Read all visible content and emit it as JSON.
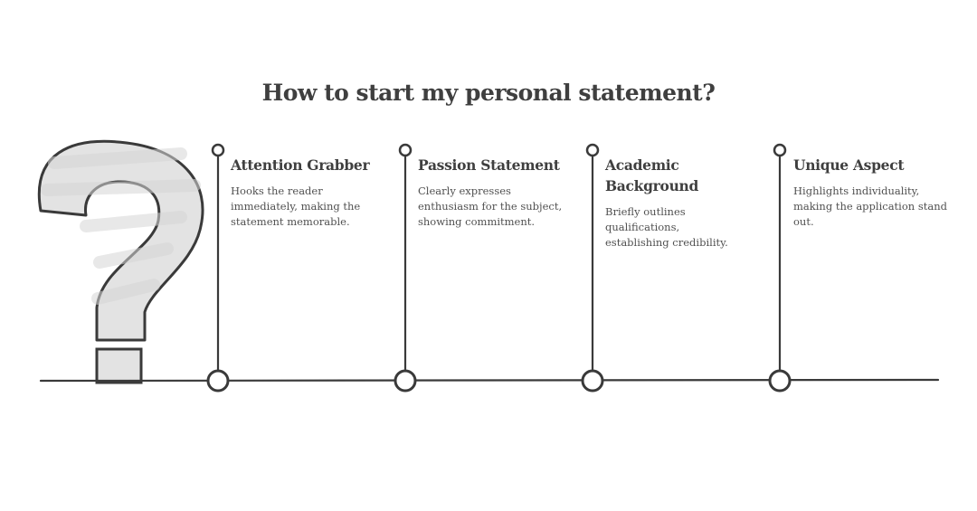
{
  "title": "How to start my personal statement?",
  "colors": {
    "line": "#3a3a3a",
    "question_fill": "#e3e3e3",
    "text": "#444444"
  },
  "steps": [
    {
      "title": "Attention Grabber",
      "description": "Hooks the reader immediately, making the statement memorable."
    },
    {
      "title": "Passion Statement",
      "description": "Clearly expresses enthusiasm for the subject, showing commitment."
    },
    {
      "title": "Academic Background",
      "description": "Briefly outlines qualifications, establishing credibility."
    },
    {
      "title": "Unique Aspect",
      "description": "Highlights individuality, making the application stand out."
    }
  ]
}
